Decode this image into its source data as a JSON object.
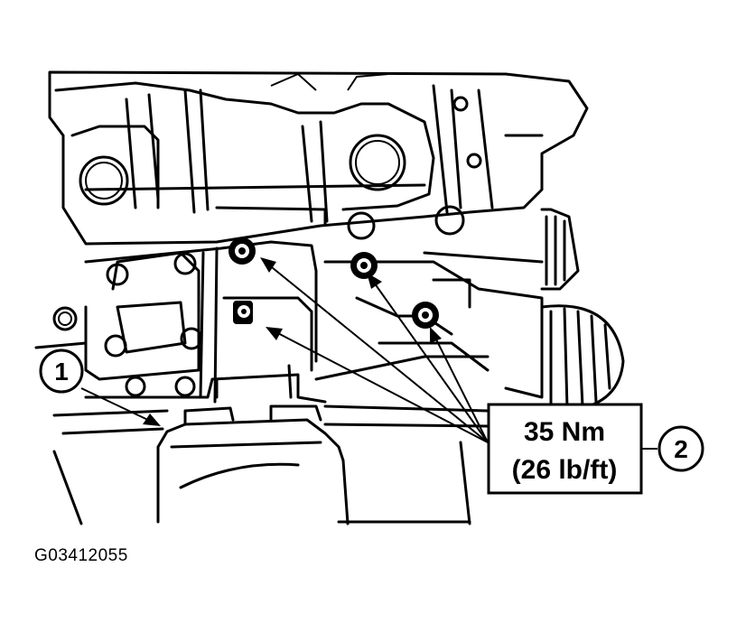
{
  "callouts": {
    "one": "1",
    "two": "2"
  },
  "torque": {
    "line1": "35 Nm",
    "line2": "(26 lb/ft)"
  },
  "figure_id": "G03412055"
}
